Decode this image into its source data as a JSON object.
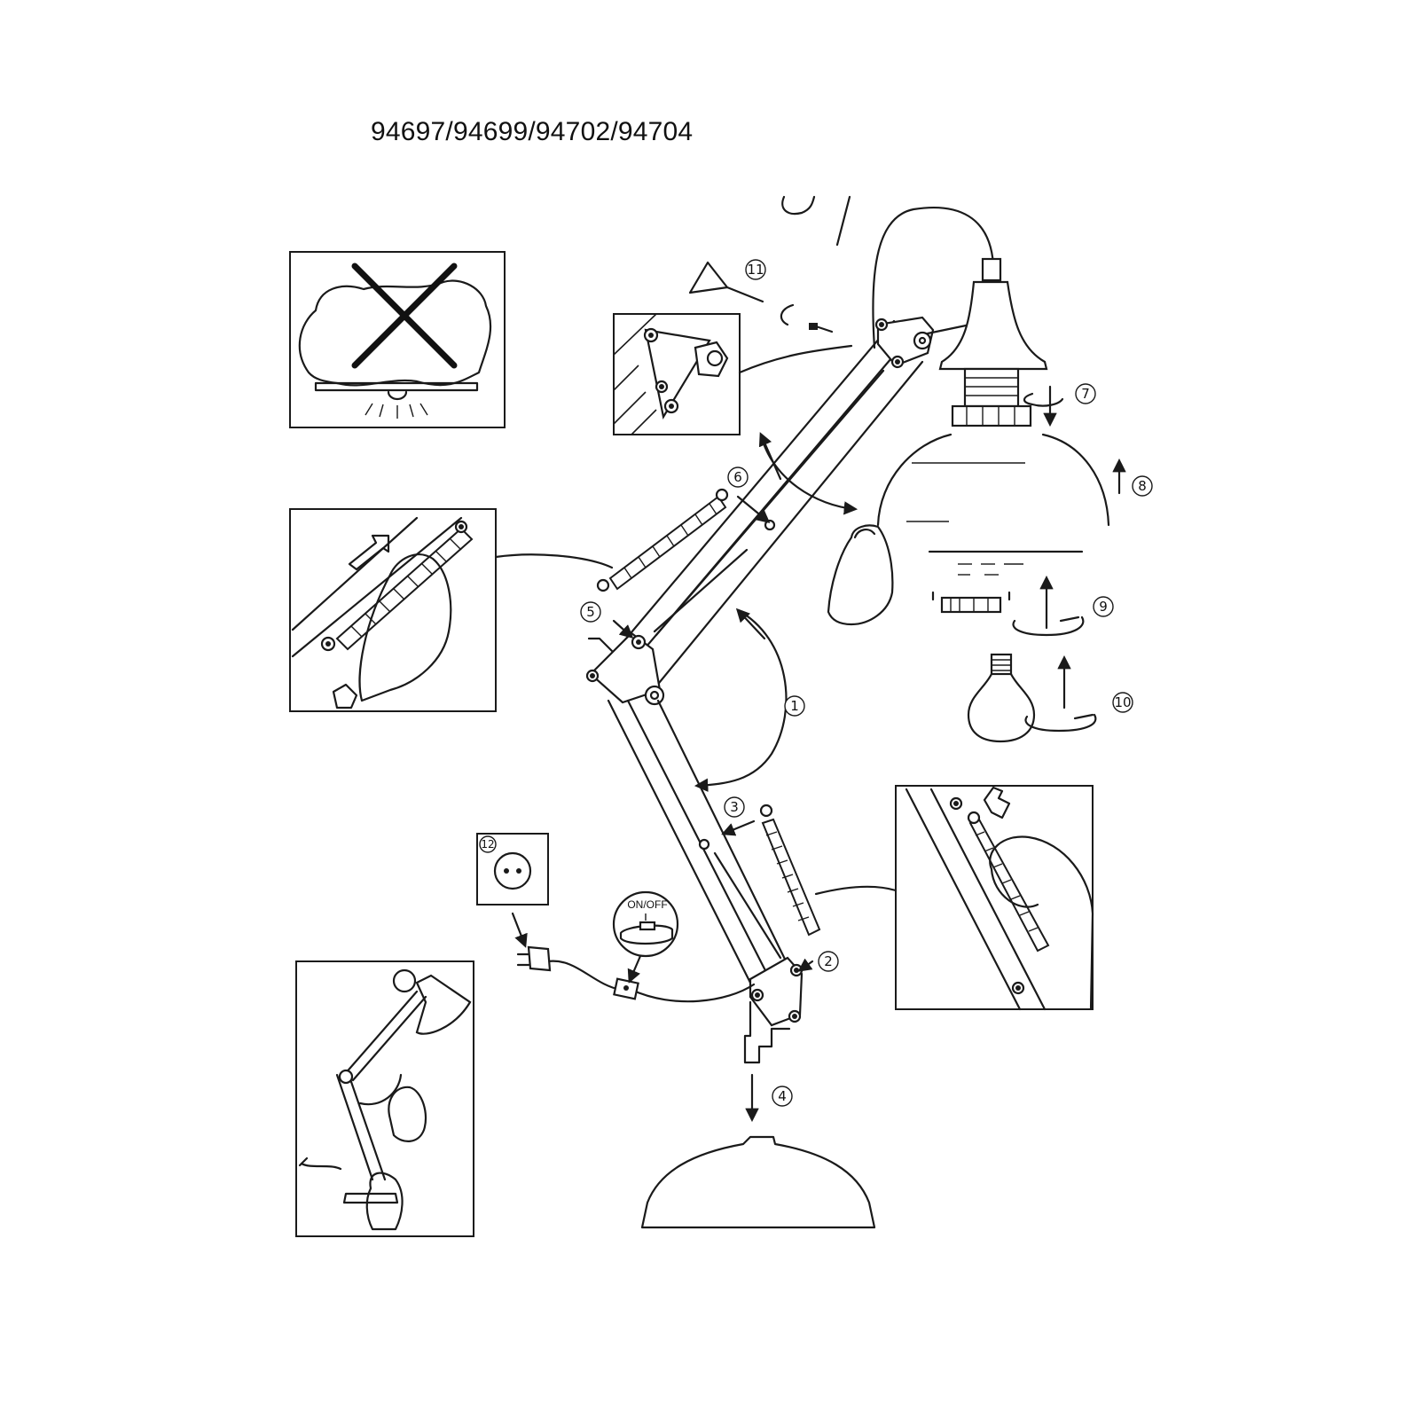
{
  "document": {
    "model_codes": "94697/94699/94702/94704"
  },
  "steps": {
    "s1": "1",
    "s2": "2",
    "s3": "3",
    "s4": "4",
    "s5": "5",
    "s6": "6",
    "s7": "7",
    "s8": "8",
    "s9": "9",
    "s10": "10",
    "s11": "11",
    "s12": "12"
  },
  "switch_label": "ON/OFF"
}
